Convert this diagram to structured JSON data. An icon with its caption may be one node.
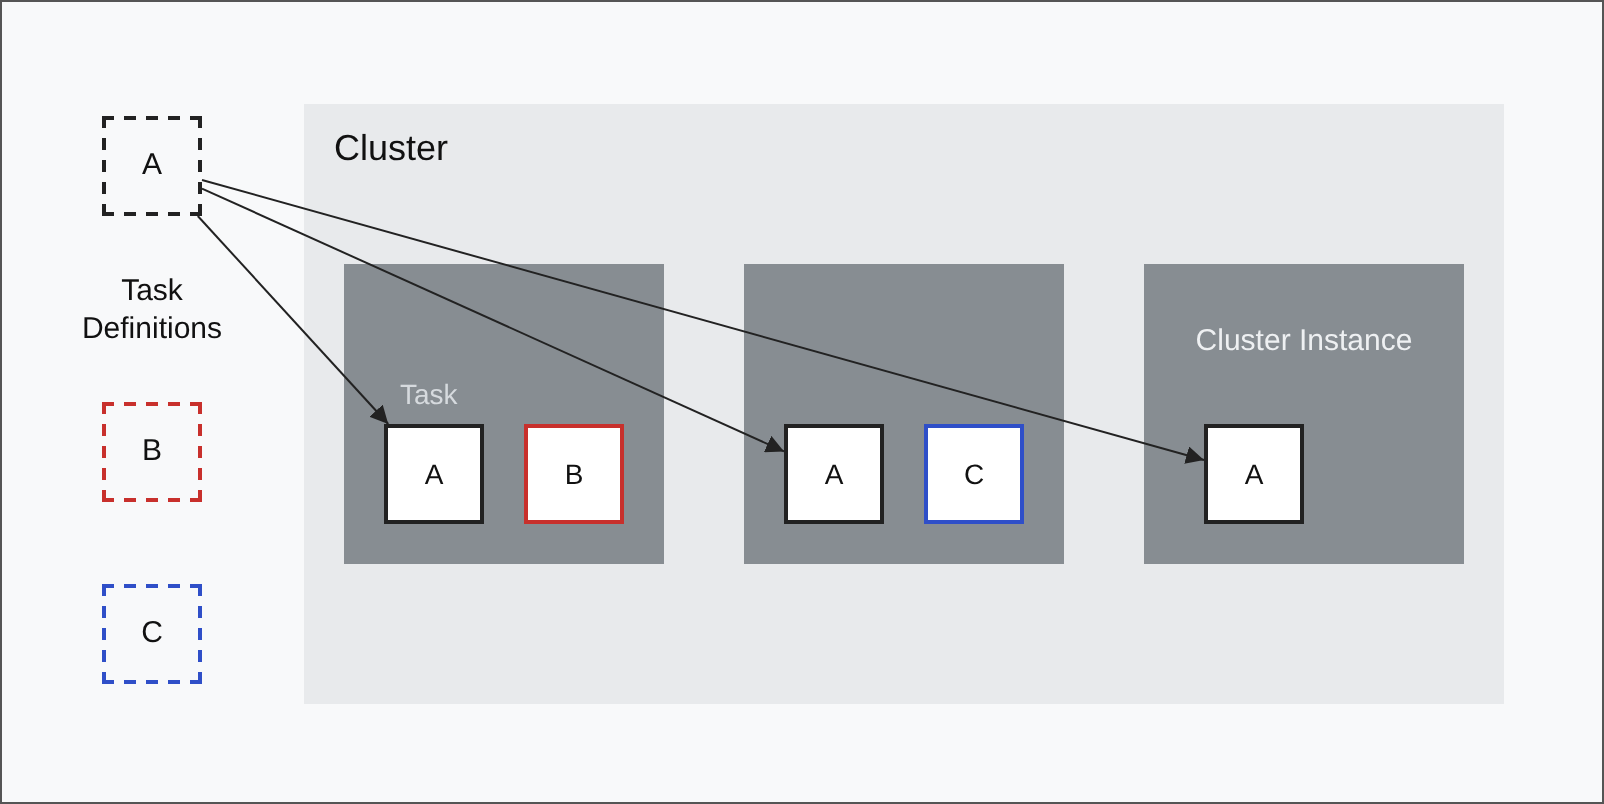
{
  "diagram": {
    "nodes": [
      {
        "text": [
          "A"
        ]
      },
      {
        "text": [
          "B"
        ]
      },
      {
        "text": [
          "C"
        ]
      },
      {
        "text": [
          "Cluster"
        ]
      },
      {
        "text": [
          "Task"
        ],
        "in": 3
      },
      {
        "text": [
          "A"
        ],
        "in": 4
      },
      {
        "text": [
          "B"
        ],
        "in": 4
      },
      {
        "text": [],
        "shape": "box",
        "in": 3
      },
      {
        "text": [
          "A"
        ],
        "in": 7
      },
      {
        "text": [
          "C"
        ],
        "in": 7
      },
      {
        "text": [
          "Cluster Instance"
        ],
        "in": 3
      },
      {
        "text": [
          "A"
        ],
        "in": 10
      }
    ],
    "edges": [
      {
        "from": 0,
        "to": 5,
        "arrow": "to"
      },
      {
        "from": 0,
        "to": 8,
        "arrow": "to"
      },
      {
        "from": 0,
        "to": 11,
        "arrow": "to"
      }
    ],
    "labels": [
      "Task Definitions"
    ]
  }
}
